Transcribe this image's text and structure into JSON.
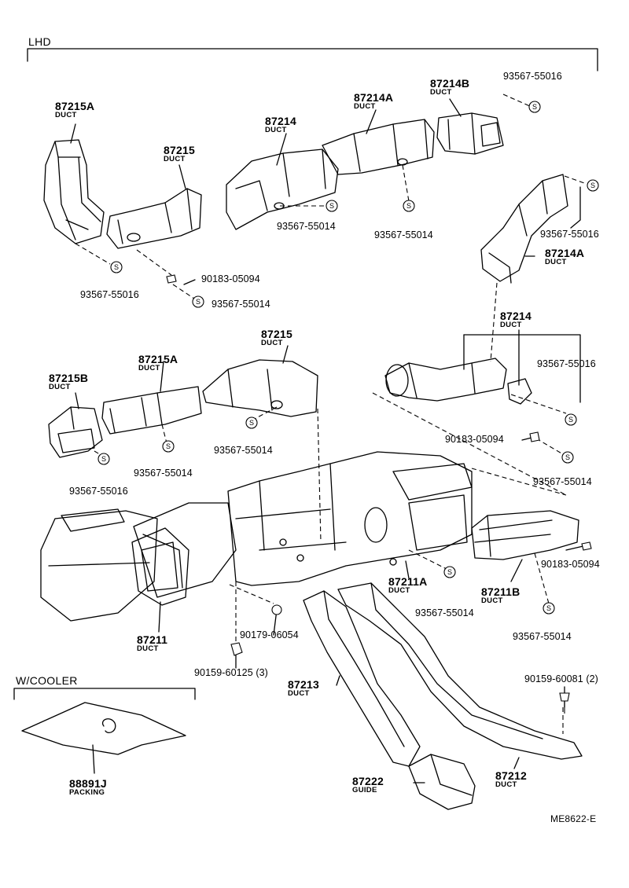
{
  "section_label": "LHD",
  "cooler_label": "W/COOLER",
  "ref_code": "ME8622-E",
  "parts": {
    "p87215A_top": {
      "number": "87215A",
      "name": "DUCT"
    },
    "p87215_top": {
      "number": "87215",
      "name": "DUCT"
    },
    "p87214_top": {
      "number": "87214",
      "name": "DUCT"
    },
    "p87214A_top": {
      "number": "87214A",
      "name": "DUCT"
    },
    "p87214B": {
      "number": "87214B",
      "name": "DUCT"
    },
    "p87214A_right": {
      "number": "87214A",
      "name": "DUCT"
    },
    "p87214_right": {
      "number": "87214",
      "name": "DUCT"
    },
    "p87215_mid": {
      "number": "87215",
      "name": "DUCT"
    },
    "p87215A_mid": {
      "number": "87215A",
      "name": "DUCT"
    },
    "p87215B": {
      "number": "87215B",
      "name": "DUCT"
    },
    "p87211A": {
      "number": "87211A",
      "name": "DUCT"
    },
    "p87211B": {
      "number": "87211B",
      "name": "DUCT"
    },
    "p87211": {
      "number": "87211",
      "name": "DUCT"
    },
    "p87213": {
      "number": "87213",
      "name": "DUCT"
    },
    "p87212": {
      "number": "87212",
      "name": "DUCT"
    },
    "p87222": {
      "number": "87222",
      "name": "GUIDE"
    },
    "p88891J": {
      "number": "88891J",
      "name": "PACKING"
    }
  },
  "codes": {
    "c_55016_tr": "93567-55016",
    "c_55014_a": "93567-55014",
    "c_55014_b": "93567-55014",
    "c_55016_r": "93567-55016",
    "c_55016_l": "93567-55016",
    "c_05094_a": "90183-05094",
    "c_55014_c": "93567-55014",
    "c_55016_r2": "93567-55016",
    "c_55014_d": "93567-55014",
    "c_55014_e": "93567-55014",
    "c_55016_l2": "93567-55016",
    "c_05094_b": "90183-05094",
    "c_55014_f": "93567-55014",
    "c_05094_c": "90183-05094",
    "c_55014_g": "93567-55014",
    "c_55014_h": "93567-55014",
    "c_06054": "90179-06054",
    "c_60125": "90159-60125 (3)",
    "c_60081": "90159-60081 (2)"
  }
}
